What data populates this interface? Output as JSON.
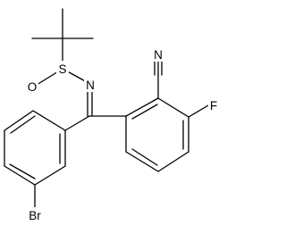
{
  "atoms": {
    "sulfur": "S",
    "oxygen": "O",
    "nitrogen_imine": "N",
    "nitrogen_nitrile": "N",
    "fluorine": "F",
    "bromine": "Br"
  }
}
